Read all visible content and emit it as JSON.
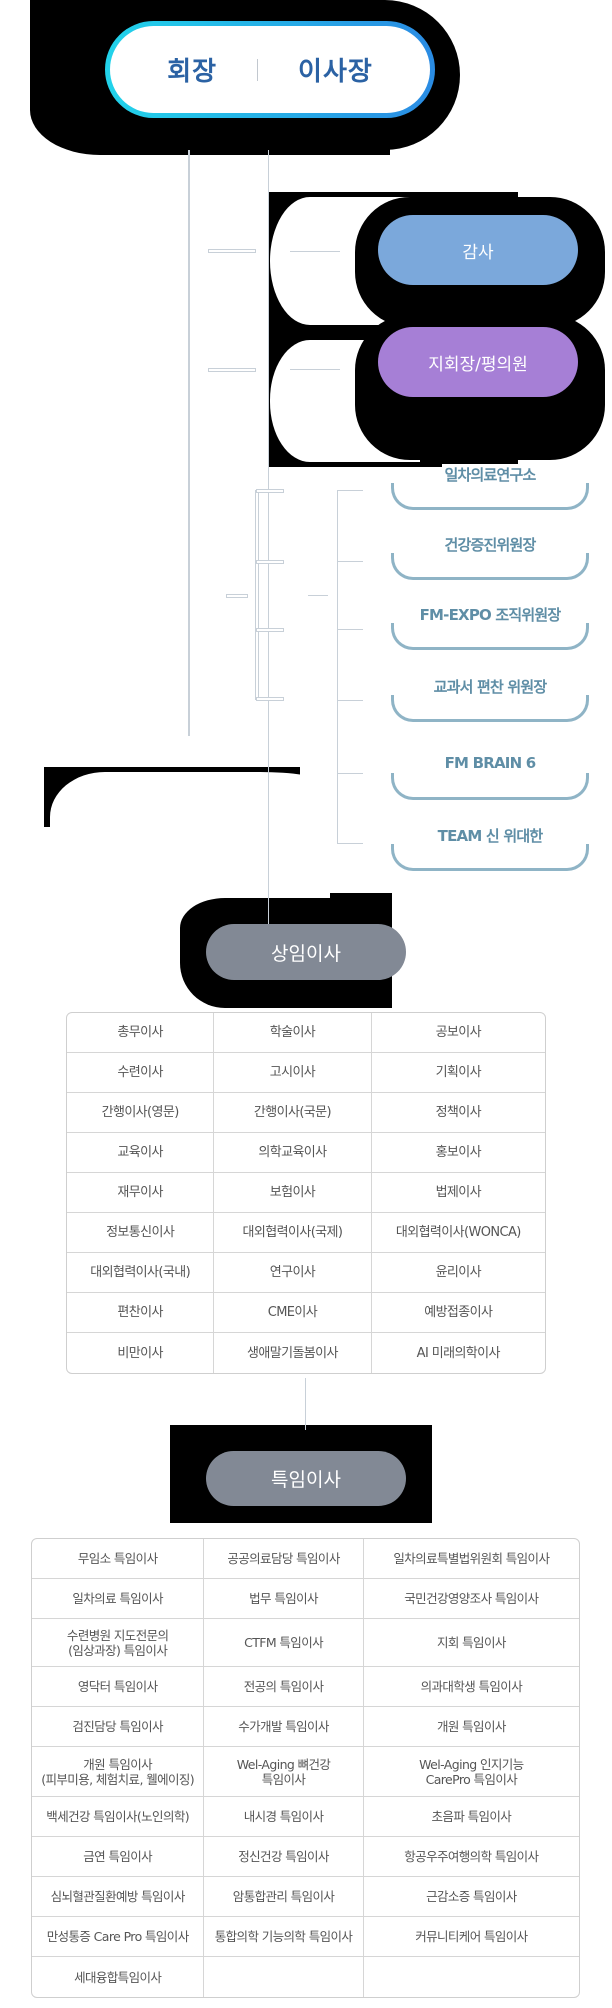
{
  "top": {
    "left_label": "회장",
    "right_label": "이사장"
  },
  "advisory": [
    {
      "label": "감사",
      "color": "#7ba8db"
    },
    {
      "label": "지회장/평의원",
      "color": "#a67fd6"
    }
  ],
  "committees": [
    {
      "label": "일차의료연구소"
    },
    {
      "label": "건강증진위원장"
    },
    {
      "label": "FM-EXPO 조직위원장"
    },
    {
      "label": "교과서 편찬 위원장"
    },
    {
      "label": "FM BRAIN 6"
    },
    {
      "label": "TEAM 신 위대한"
    }
  ],
  "standing": {
    "title": "상임이사",
    "rows": [
      [
        "총무이사",
        "학술이사",
        "공보이사"
      ],
      [
        "수련이사",
        "고시이사",
        "기획이사"
      ],
      [
        "간행이사(영문)",
        "간행이사(국문)",
        "정책이사"
      ],
      [
        "교육이사",
        "의학교육이사",
        "홍보이사"
      ],
      [
        "재무이사",
        "보험이사",
        "법제이사"
      ],
      [
        "정보통신이사",
        "대외협력이사(국제)",
        "대외협력이사(WONCA)"
      ],
      [
        "대외협력이사(국내)",
        "연구이사",
        "윤리이사"
      ],
      [
        "편찬이사",
        "CME이사",
        "예방접종이사"
      ],
      [
        "비만이사",
        "생애말기돌봄이사",
        "AI 미래의학이사"
      ]
    ]
  },
  "special": {
    "title": "특임이사",
    "rows": [
      [
        "무임소 특임이사",
        "공공의료담당 특임이사",
        "일차의료특별법위원회 특임이사"
      ],
      [
        "일차의료 특임이사",
        "법무 특임이사",
        "국민건강영양조사 특임이사"
      ],
      [
        "수련병원 지도전문의\n(임상과장) 특임이사",
        "CTFM 특임이사",
        "지회 특임이사"
      ],
      [
        "영닥터 특임이사",
        "전공의 특임이사",
        "의과대학생 특임이사"
      ],
      [
        "검진담당 특임이사",
        "수가개발 특임이사",
        "개원 특임이사"
      ],
      [
        "개원 특임이사\n(피부미용, 체험치료, 웰에이징)",
        "Wel-Aging 뼈건강\n특임이사",
        "Wel-Aging 인지기능\nCarePro 특임이사"
      ],
      [
        "백세건강 특임이사(노인의학)",
        "내시경 특임이사",
        "초음파 특임이사"
      ],
      [
        "금연 특임이사",
        "정신건강 특임이사",
        "항공우주여행의학 특임이사"
      ],
      [
        "심뇌혈관질환예방 특임이사",
        "암통합관리 특임이사",
        "근감소증 특임이사"
      ],
      [
        "만성통증 Care Pro 특임이사",
        "통합의학 기능의학 특임이사",
        "커뮤니티케어 특임이사"
      ],
      [
        "세대융합특임이사",
        "",
        ""
      ]
    ]
  },
  "colors": {
    "top_gradient_start": "#22d3ea",
    "top_gradient_end": "#2a8be3",
    "top_text": "#2b62a4",
    "committee_border": "#8fb4c6",
    "committee_text": "#5f8ea6",
    "section_pill": "#828995",
    "line": "#c8d0d8"
  }
}
